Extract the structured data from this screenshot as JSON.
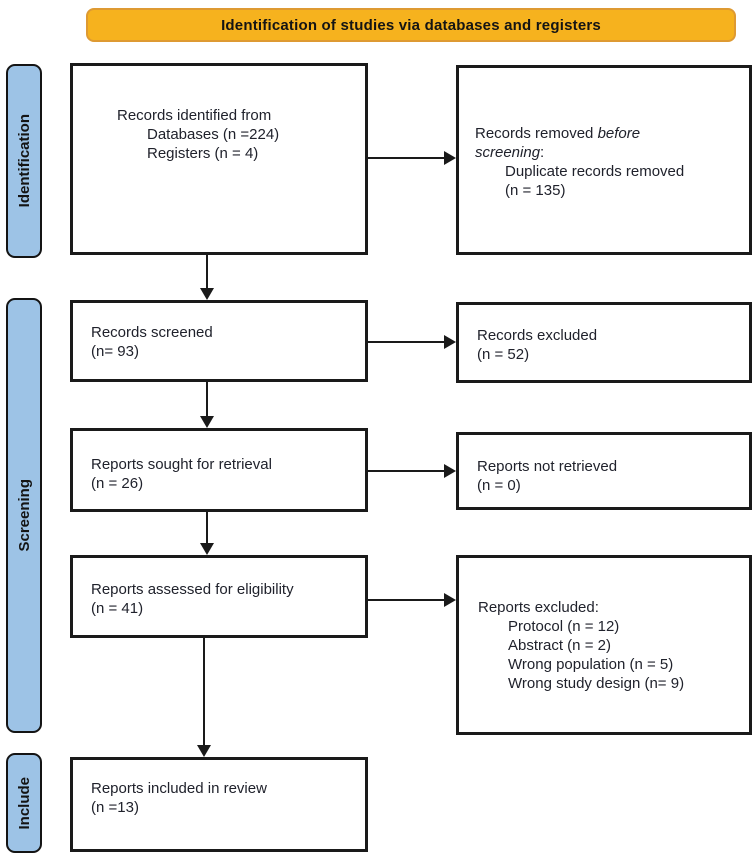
{
  "banner": {
    "label": "Identification of studies via databases and registers"
  },
  "sidebars": {
    "identification": "Identification",
    "screening": "Screening",
    "include": "Include"
  },
  "boxes": {
    "records_identified": {
      "l1": "Records identified from",
      "l2": "Databases (n =224)",
      "l3": "Registers (n = 4)"
    },
    "records_removed": {
      "l1a": "Records removed ",
      "l1b": "before",
      "l2a": "screening",
      "l2b": ":",
      "l3": "Duplicate records removed",
      "l4": "(n = 135)"
    },
    "records_screened": {
      "l1": "Records screened",
      "l2": "(n= 93)"
    },
    "records_excluded": {
      "l1": "Records excluded",
      "l2": "(n = 52)"
    },
    "reports_sought": {
      "l1": "Reports sought for retrieval",
      "l2": "(n = 26)"
    },
    "reports_not_retrieved": {
      "l1": "Reports not retrieved",
      "l2": "(n = 0)"
    },
    "reports_assessed": {
      "l1": "Reports assessed for eligibility",
      "l2": "(n = 41)"
    },
    "reports_excluded": {
      "l1": "Reports excluded:",
      "l2": "Protocol (n = 12)",
      "l3": "Abstract (n = 2)",
      "l4": "Wrong population (n = 5)",
      "l5": "Wrong study design (n= 9)"
    },
    "reports_included": {
      "l1": "Reports included in review",
      "l2": "(n =13)"
    }
  },
  "colors": {
    "banner_fill": "#F6B21E",
    "banner_border": "#DE9A32",
    "stage_fill": "#9DC3E6",
    "box_border": "#1A1A1A",
    "text": "#20222C"
  }
}
